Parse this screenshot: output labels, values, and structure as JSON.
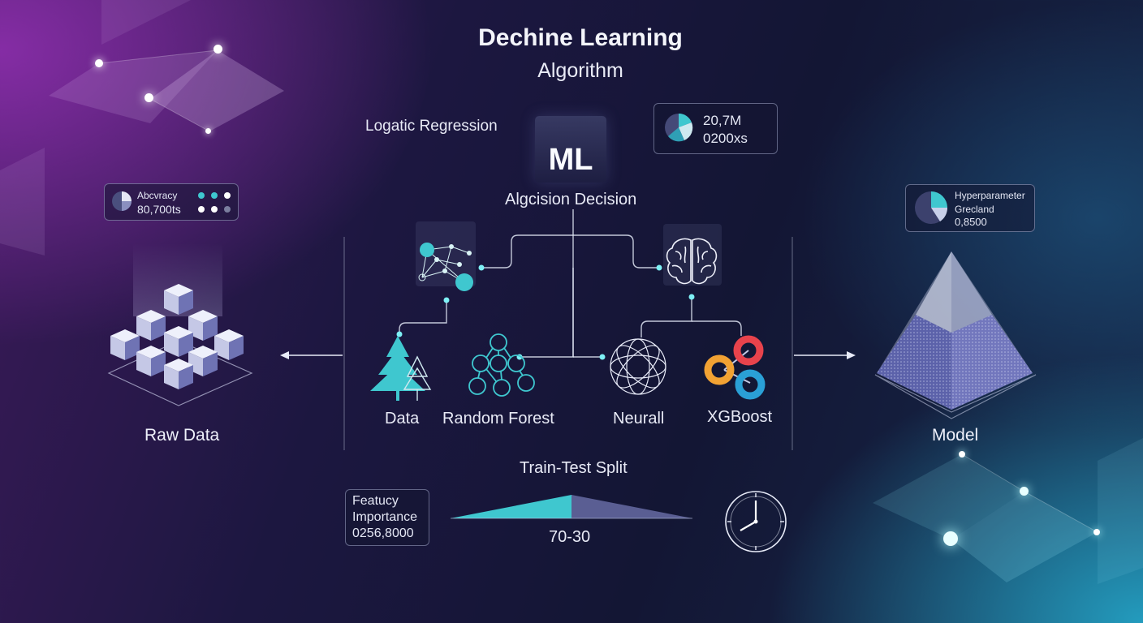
{
  "header": {
    "title": "Dechine Learning",
    "subtitle": "Algorithm"
  },
  "labels": {
    "logistic_regression": "Logatic Regression",
    "ml": "ML",
    "decision": "Algcision Decision",
    "raw_data": "Raw Data",
    "model": "Model",
    "train_test_split": "Train-Test Split",
    "split_ratio": "70-30"
  },
  "algorithms": [
    {
      "label": "Data",
      "icon": "tree-icon"
    },
    {
      "label": "Random Forest",
      "icon": "network-graph-icon"
    },
    {
      "label": "Neurall",
      "icon": "neural-sphere-icon"
    },
    {
      "label": "XGBoost",
      "icon": "xgboost-rings-icon"
    }
  ],
  "cards": {
    "metric_top": {
      "line1": "20,7M",
      "line2": "0200xs",
      "icon": "pie-chart-icon"
    },
    "accuracy": {
      "line1": "Abcvracy",
      "line2": "80,700ts",
      "icon": "pie-chart-icon"
    },
    "hyperparameter": {
      "line1": "Hyperparameter",
      "line2": "Grecland",
      "line3": "0,8500",
      "icon": "pie-chart-icon"
    },
    "feature_importance": {
      "line1": "Featucy",
      "line2": "Importance",
      "line3": "0256,8000"
    }
  },
  "split": {
    "train_fraction": 0.7,
    "test_fraction": 0.3
  },
  "colors": {
    "teal": "#3fc7cf",
    "purple": "#7a50a8",
    "xgb_red": "#e8434c",
    "xgb_orange": "#f2a233",
    "xgb_blue": "#2aa0d6",
    "cube_light": "#dfe2f4",
    "cube_shadow": "#5a5fa0"
  },
  "icons": [
    "cube-stack-icon",
    "pyramid-icon",
    "clock-icon",
    "brain-icon",
    "node-graph-icon",
    "arrow-left-icon",
    "arrow-right-icon"
  ]
}
